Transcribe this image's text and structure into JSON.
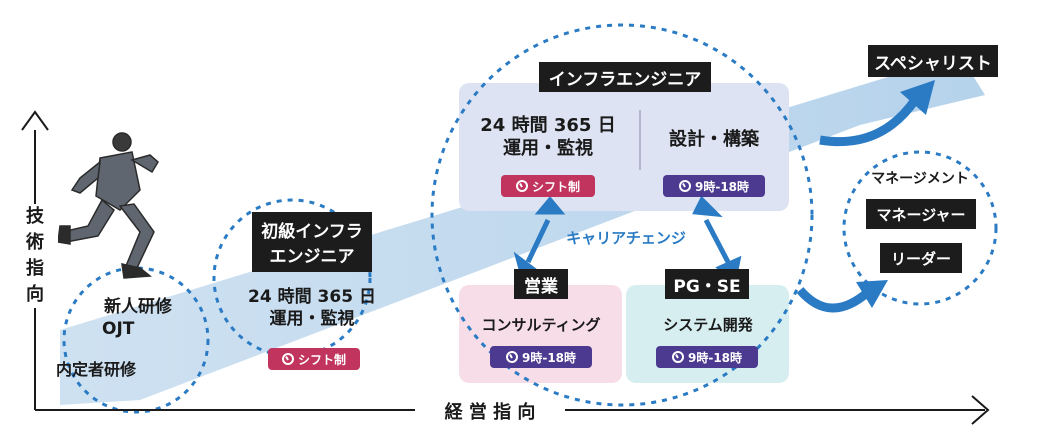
{
  "axes": {
    "vertical_label_chars": [
      "技",
      "術",
      "指",
      "向"
    ],
    "horizontal_label": "経 営 指 向"
  },
  "stage1": {
    "line1": "新人研修",
    "line2": "OJT",
    "line3": "内定者研修"
  },
  "stage2": {
    "title_line1": "初級インフラ",
    "title_line2": "エンジニア",
    "body_line1": "24 時間 365 日",
    "body_line2": "運用・監視",
    "badge": "シフト制"
  },
  "stage3": {
    "title": "インフラエンジニア",
    "left_line1": "24 時間 365 日",
    "left_line2": "運用・監視",
    "left_badge": "シフト制",
    "right_line1": "設計・構築",
    "right_badge": "9時-18時",
    "career_change": "キャリアチェンジ"
  },
  "sales": {
    "title": "営業",
    "body": "コンサルティング",
    "badge": "9時-18時"
  },
  "pgse": {
    "title": "PG・SE",
    "body": "システム開発",
    "badge": "9時-18時"
  },
  "specialist": "スペシャリスト",
  "management": {
    "heading": "マネージメント",
    "manager": "マネージャー",
    "leader": "リーダー"
  },
  "colors": {
    "dark": "#1c1c1c",
    "shift_badge": "#c0345e",
    "time_badge": "#4b3a8f",
    "dashed_circle": "#2a7bc4",
    "band": "#cfe1f1",
    "infra_box": "#dde3f2",
    "sales_box": "#f7dde8",
    "pgse_box": "#d7eef0",
    "arrow": "#2a7bc4"
  }
}
